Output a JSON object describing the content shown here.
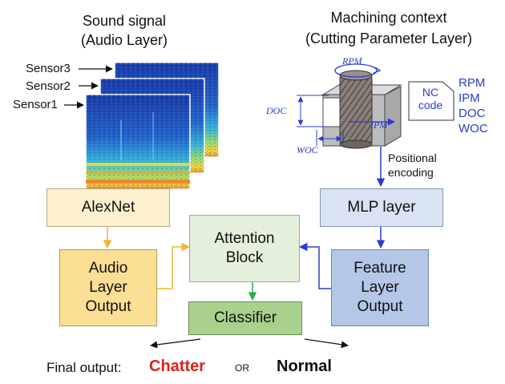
{
  "audio_header": {
    "line1": "Sound signal",
    "line2": "(Audio Layer)"
  },
  "machining_header": {
    "line1": "Machining context",
    "line2": "(Cutting Parameter Layer)"
  },
  "sensors": [
    "Sensor3",
    "Sensor2",
    "Sensor1"
  ],
  "tool_labels": {
    "rpm": "RPM",
    "doc": "DOC",
    "ipm": "IPM",
    "woc": "WOC"
  },
  "nc_code": {
    "title": "NC\ncode",
    "params": [
      "RPM",
      "IPM",
      "DOC",
      "WOC"
    ]
  },
  "positional_encoding": "Positional\nencoding",
  "boxes": {
    "alexnet": "AlexNet",
    "mlp": "MLP layer",
    "attention": "Attention\nBlock",
    "audio_output": "Audio\nLayer\nOutput",
    "feature_output": "Feature\nLayer\nOutput",
    "classifier": "Classifier"
  },
  "final": {
    "label": "Final output:",
    "chatter": "Chatter",
    "or": "OR",
    "normal": "Normal"
  },
  "colors": {
    "alexnet_fill": "#fdf0cf",
    "audio_output_fill": "#fbdf95",
    "attention_fill": "#e4efdc",
    "classifier_fill": "#a9d18e",
    "mlp_fill": "#dae3f3",
    "feature_output_fill": "#b4c7e7",
    "audio_arrow": "#f2b531",
    "blue_arrow": "#2b3bd1",
    "green_arrow": "#2fa84f",
    "chatter": "#e02020"
  }
}
